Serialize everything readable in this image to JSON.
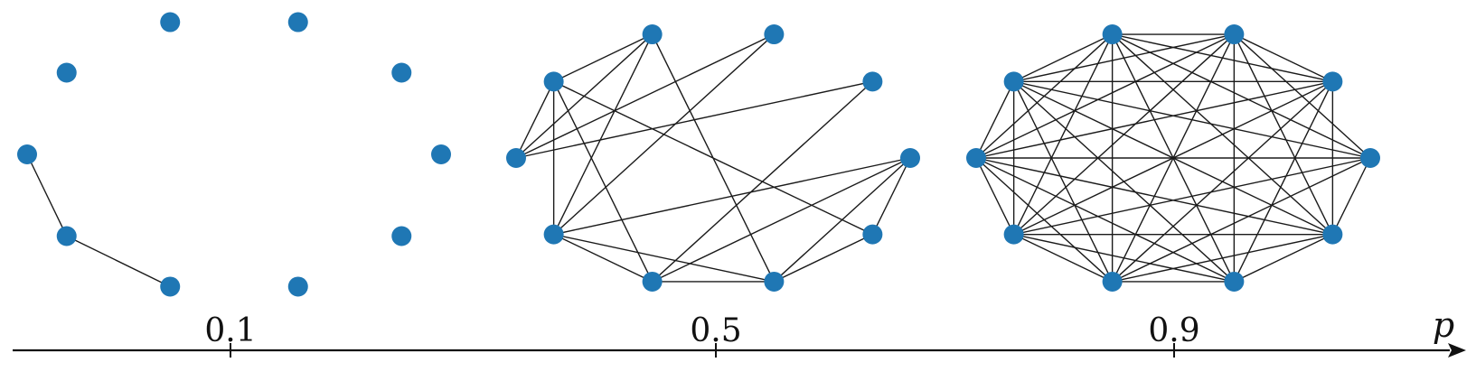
{
  "colors": {
    "node": "#1f77b4",
    "edge": "#1a1a1a",
    "axis": "#111111"
  },
  "axis": {
    "label": "p"
  },
  "graphs": [
    {
      "p_label": "0.1",
      "node_count": 10,
      "edges": [
        [
          2,
          3
        ],
        [
          3,
          4
        ]
      ]
    },
    {
      "p_label": "0.5",
      "node_count": 10,
      "edges": [
        [
          1,
          6
        ],
        [
          1,
          3
        ],
        [
          1,
          4
        ],
        [
          1,
          0
        ],
        [
          1,
          2
        ],
        [
          0,
          5
        ],
        [
          0,
          3
        ],
        [
          0,
          2
        ],
        [
          3,
          9
        ],
        [
          3,
          5
        ],
        [
          3,
          7
        ],
        [
          3,
          4
        ],
        [
          4,
          7
        ],
        [
          4,
          5
        ],
        [
          6,
          5
        ],
        [
          6,
          7
        ],
        [
          7,
          5
        ],
        [
          8,
          2
        ],
        [
          8,
          4
        ],
        [
          9,
          2
        ]
      ]
    },
    {
      "p_label": "0.9",
      "node_count": 10,
      "edges": [
        [
          0,
          1
        ],
        [
          0,
          2
        ],
        [
          0,
          3
        ],
        [
          0,
          4
        ],
        [
          0,
          5
        ],
        [
          0,
          6
        ],
        [
          0,
          7
        ],
        [
          0,
          8
        ],
        [
          0,
          9
        ],
        [
          1,
          2
        ],
        [
          1,
          3
        ],
        [
          1,
          4
        ],
        [
          1,
          5
        ],
        [
          1,
          6
        ],
        [
          1,
          7
        ],
        [
          1,
          8
        ],
        [
          1,
          9
        ],
        [
          2,
          3
        ],
        [
          2,
          4
        ],
        [
          2,
          5
        ],
        [
          2,
          6
        ],
        [
          2,
          7
        ],
        [
          2,
          8
        ],
        [
          2,
          9
        ],
        [
          3,
          4
        ],
        [
          3,
          5
        ],
        [
          3,
          6
        ],
        [
          3,
          7
        ],
        [
          3,
          8
        ],
        [
          3,
          9
        ],
        [
          4,
          5
        ],
        [
          4,
          6
        ],
        [
          4,
          7
        ],
        [
          4,
          8
        ],
        [
          4,
          9
        ],
        [
          5,
          6
        ],
        [
          5,
          8
        ],
        [
          5,
          9
        ],
        [
          6,
          7
        ],
        [
          6,
          8
        ],
        [
          6,
          9
        ],
        [
          7,
          9
        ],
        [
          8,
          9
        ]
      ]
    }
  ]
}
